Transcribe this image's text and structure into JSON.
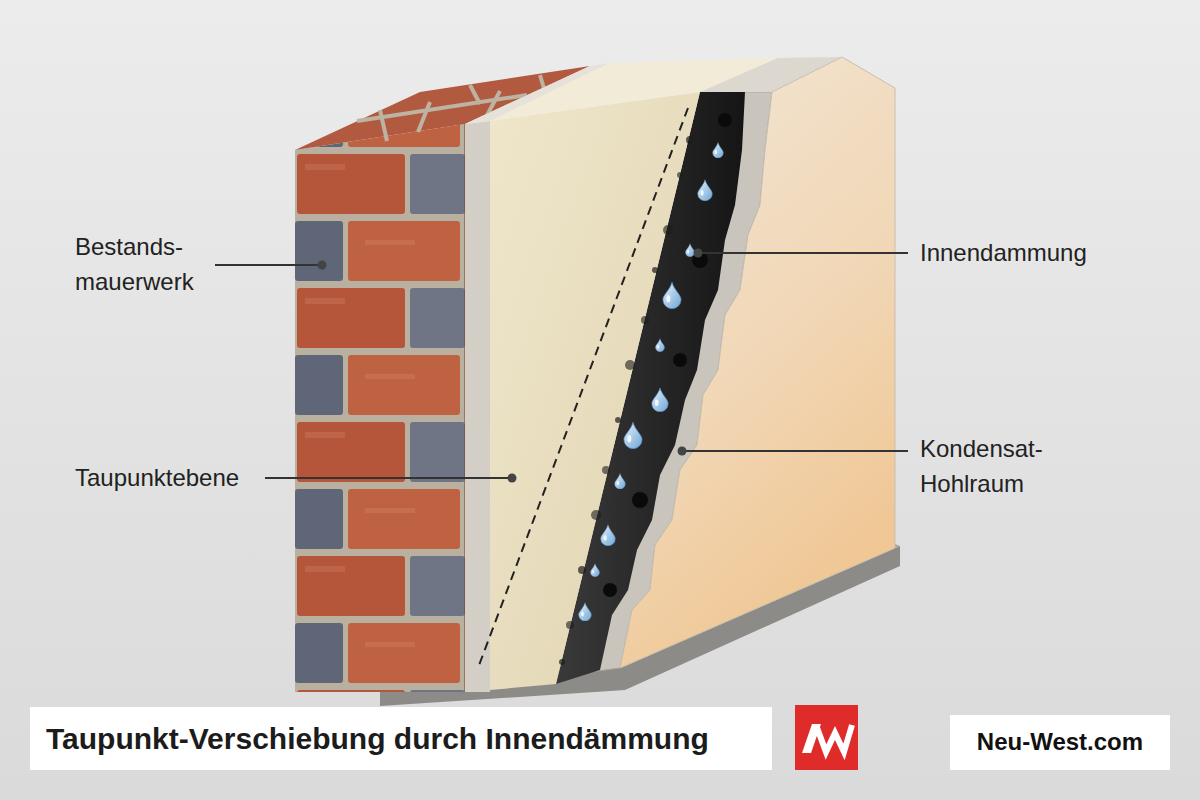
{
  "diagram": {
    "title": "Taupunkt-Verschiebung durch Innendämmung",
    "labels": [
      "Bestands- mauerwerk",
      "Innendammung",
      "Kondensat- Hohlraum",
      "Taupunktebene",
      "Neu-West.com"
    ]
  }
}
